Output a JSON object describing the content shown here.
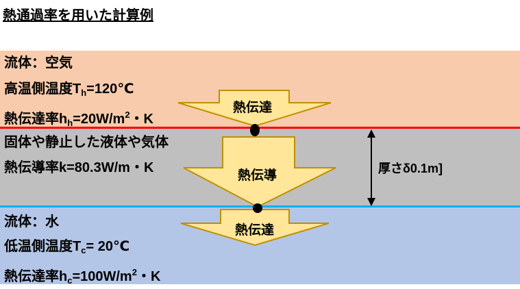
{
  "title": "熱通過率を用いた計算例",
  "top_layer": {
    "line1": "流体：空気",
    "line2_prefix": "高温側温度T",
    "line2_sub": "h",
    "line2_suffix": "=120℃",
    "line3_prefix": "熱伝達率h",
    "line3_sub": "h",
    "line3_mid": "=20W/m",
    "line3_sup": "2",
    "line3_suffix": "・K"
  },
  "middle_layer": {
    "line1": "固体や静止した液体や気体",
    "line2": "熱伝導率k=80.3W/m・K"
  },
  "bottom_layer": {
    "line1": "流体：水",
    "line2_prefix": "低温側温度T",
    "line2_sub": "c",
    "line2_suffix": "= 20℃",
    "line3_prefix": "熱伝達率h",
    "line3_sub": "c",
    "line3_mid": "=100W/m",
    "line3_sup": "2",
    "line3_suffix": "・K"
  },
  "arrows": {
    "top_label": "熱伝達",
    "middle_label": "熱伝導",
    "bottom_label": "熱伝達"
  },
  "thickness_label": "厚さδ0.1m]",
  "colors": {
    "top_band": "#f7cbac",
    "middle_band": "#bfbfbf",
    "bottom_band": "#b4c6e7",
    "top_boundary": "#ff0000",
    "bottom_boundary": "#00b0f0",
    "arrow_fill": "#ffe699",
    "arrow_stroke": "#bf9000"
  }
}
